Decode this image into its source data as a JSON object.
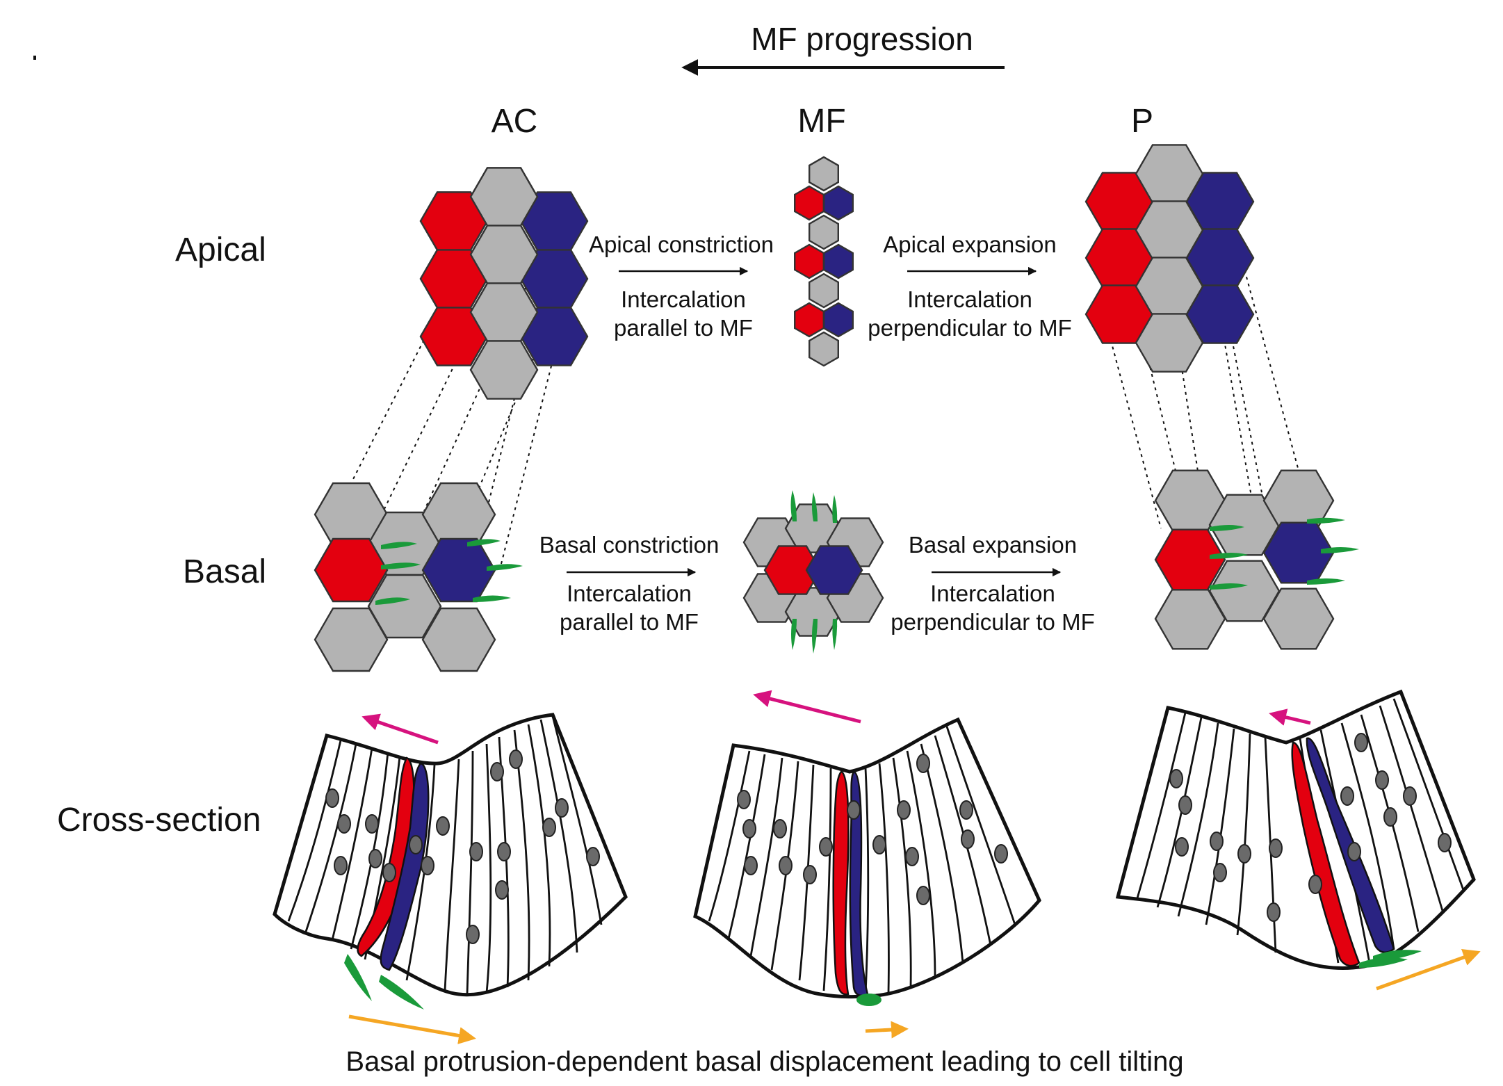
{
  "header": {
    "progression": "MF progression"
  },
  "columns": {
    "ac": "AC",
    "mf": "MF",
    "p": "P"
  },
  "rows": {
    "apical": "Apical",
    "basal": "Basal",
    "cross_section": "Cross-section"
  },
  "transitions": {
    "apical_1": {
      "action": "Apical constriction",
      "line1": "Intercalation",
      "line2": "parallel to MF"
    },
    "apical_2": {
      "action": "Apical expansion",
      "line1": "Intercalation",
      "line2": "perpendicular to MF"
    },
    "basal_1": {
      "action": "Basal constriction",
      "line1": "Intercalation",
      "line2": "parallel to MF"
    },
    "basal_2": {
      "action": "Basal expansion",
      "line1": "Intercalation",
      "line2": "perpendicular to MF"
    }
  },
  "caption": "Basal protrusion-dependent basal displacement leading to cell tilting",
  "colors": {
    "red_cell": "#e3000f",
    "blue_cell": "#2a2382",
    "grey_cell": "#b3b3b3",
    "protrusion": "#1a9a3a",
    "magenta_arrow": "#d6127e",
    "orange_arrow": "#f5a623"
  }
}
